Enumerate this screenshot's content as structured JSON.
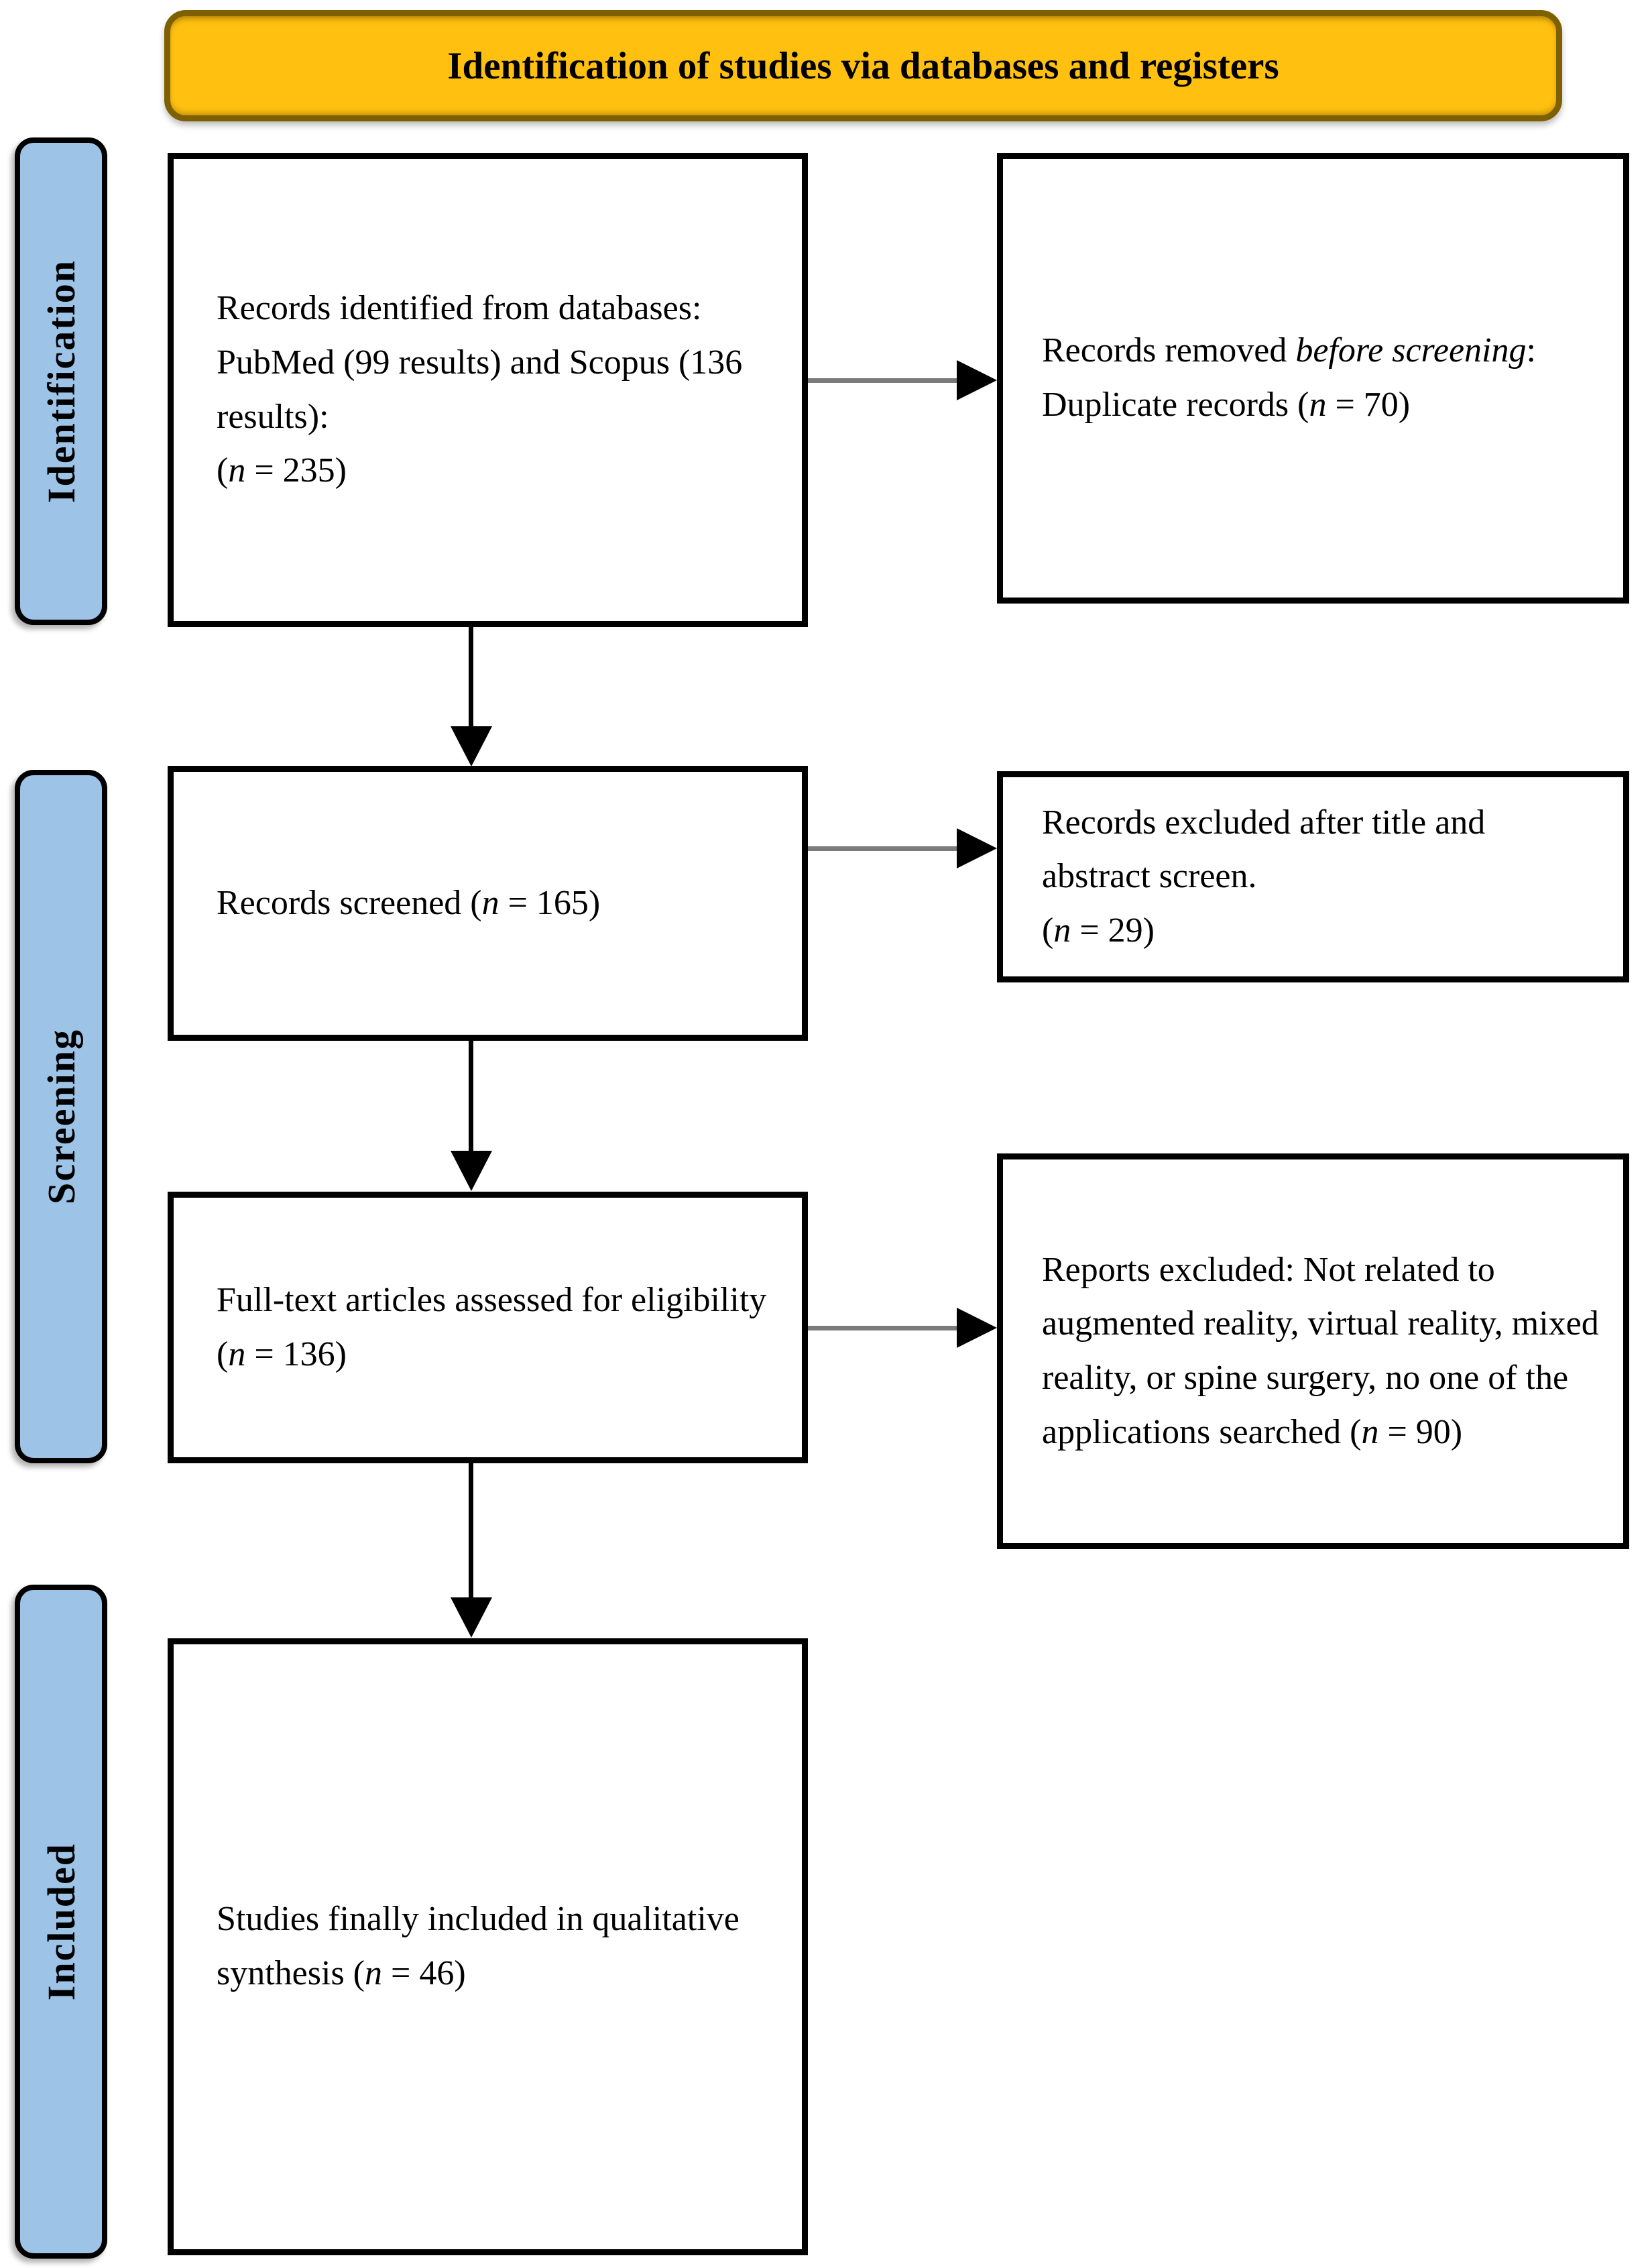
{
  "colors": {
    "banner_fill": "#FFC010",
    "banner_border": "#7E6000",
    "label_fill": "#9DC3E6",
    "line_black": "#000000",
    "connector_gray": "#7B7B7B",
    "box_bg": "#FFFFFF"
  },
  "banner": {
    "label": "Identification of studies via databases and registers"
  },
  "sidebar": {
    "identification": {
      "label": "Identification"
    },
    "screening": {
      "label": "Screening"
    },
    "included": {
      "label": "Included"
    }
  },
  "boxes": {
    "records_identified": {
      "segments": [
        {
          "text": "Records identified from databases: PubMed (99 results) and Scopus (136 results):\n"
        },
        {
          "text": "("
        },
        {
          "text": "n",
          "italic": true
        },
        {
          "text": " = 235)"
        }
      ]
    },
    "records_removed": {
      "segments": [
        {
          "text": "Records removed "
        },
        {
          "text": "before screening",
          "italic": true
        },
        {
          "text": ":\nDuplicate records ("
        },
        {
          "text": "n",
          "italic": true
        },
        {
          "text": " = 70)"
        }
      ]
    },
    "records_screened": {
      "segments": [
        {
          "text": "Records screened ("
        },
        {
          "text": "n",
          "italic": true
        },
        {
          "text": " = 165)"
        }
      ]
    },
    "records_excluded": {
      "segments": [
        {
          "text": "Records excluded after title and abstract screen.\n("
        },
        {
          "text": "n",
          "italic": true
        },
        {
          "text": " = 29)"
        }
      ]
    },
    "fulltext_assessed": {
      "segments": [
        {
          "text": "Full-text articles assessed for eligibility ("
        },
        {
          "text": "n",
          "italic": true
        },
        {
          "text": " = 136)"
        }
      ]
    },
    "reports_excluded": {
      "segments": [
        {
          "text": "Reports excluded: Not related to augmented reality, virtual reality, mixed reality, or spine surgery, no one of the applications searched ("
        },
        {
          "text": "n",
          "italic": true
        },
        {
          "text": " = 90)"
        }
      ]
    },
    "studies_included": {
      "segments": [
        {
          "text": "Studies finally included in qualitative synthesis ("
        },
        {
          "text": "n",
          "italic": true
        },
        {
          "text": " = 46)"
        }
      ]
    }
  }
}
